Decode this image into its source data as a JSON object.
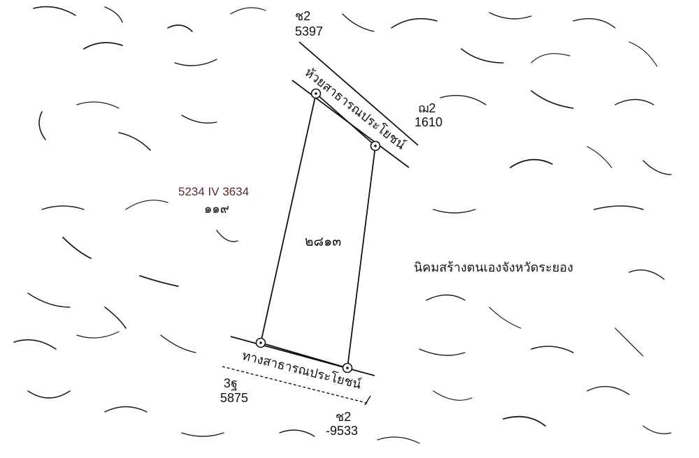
{
  "map": {
    "title": "",
    "parcel": {
      "number": "๒๘๑๓"
    },
    "sheet_reference": {
      "code": "5234 IV 3634",
      "sheet_number": "๑๑๙"
    },
    "area_label": "นิคมสร้างตนเองจังหวัดระยอง",
    "features": {
      "stream": "ห้วยสาธารณประโยชน์",
      "path": "ทางสาธารณประโยชน์"
    },
    "neighbors": [
      {
        "code": "ช2",
        "number": "5397"
      },
      {
        "code": "ฌ2",
        "number": "1610"
      },
      {
        "code": "3ฐ",
        "number": "5875"
      },
      {
        "code": "ช2",
        "number": "-9533"
      }
    ],
    "colors": {
      "line": "#111111",
      "reference_text": "#5a2a2a",
      "background": "#ffffff"
    }
  }
}
